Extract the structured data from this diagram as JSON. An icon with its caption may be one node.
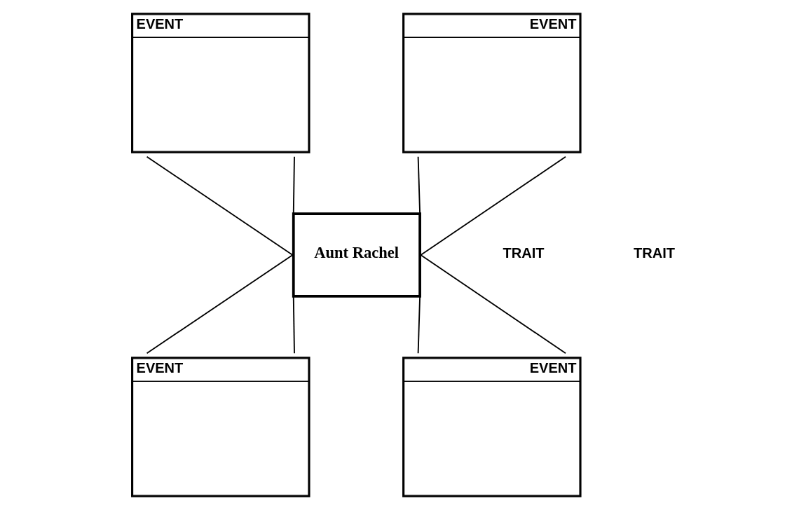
{
  "diagram": {
    "nodes": [
      {
        "text": [
          "EVENT"
        ]
      },
      {
        "text": [
          "EVENT"
        ]
      },
      {
        "text": [
          "Aunt Rachel"
        ]
      },
      {
        "text": [
          "EVENT"
        ]
      },
      {
        "text": [
          "EVENT"
        ]
      }
    ],
    "edges": [
      {
        "from": 0,
        "to": 2,
        "arrow": "none"
      },
      {
        "from": 0,
        "to": 2,
        "arrow": "none"
      },
      {
        "from": 1,
        "to": 2,
        "arrow": "none"
      },
      {
        "from": 1,
        "to": 2,
        "arrow": "none"
      },
      {
        "from": 2,
        "to": 3,
        "arrow": "none"
      },
      {
        "from": 2,
        "to": 3,
        "arrow": "none"
      },
      {
        "from": 2,
        "to": 4,
        "arrow": "none"
      },
      {
        "from": 2,
        "to": 4,
        "arrow": "none"
      }
    ],
    "labels": [
      "TRAIT",
      "TRAIT"
    ]
  }
}
